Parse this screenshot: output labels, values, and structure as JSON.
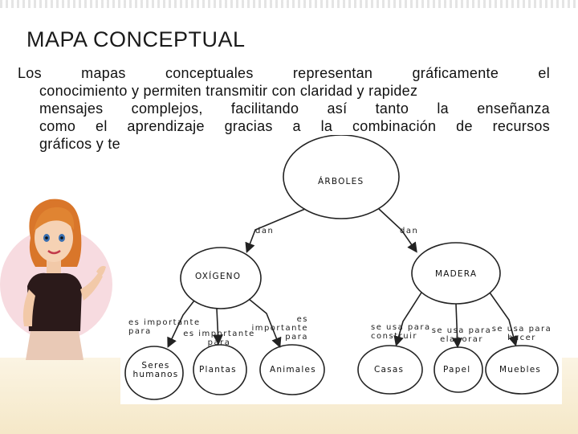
{
  "slide": {
    "title": "MAPA CONCEPTUAL",
    "body_line1": "Los mapas conceptuales representan gráficamente el",
    "body_line2": "conocimiento y permiten transmitir con claridad y rapidez",
    "body_line3": "mensajes complejos, facilitando así tanto la enseñanza",
    "body_line4": "como el aprendizaje gracias a la combinación de recursos",
    "body_line5": "gráficos y textuales."
  },
  "concept_map": {
    "root": "ÁRBOLES",
    "link_left": "dan",
    "link_right": "dan",
    "node_left": "OXÍGENO",
    "node_right": "MADERA",
    "oxigeno_links": [
      "es importante para",
      "es importante para",
      "es importante para"
    ],
    "madera_links": [
      "se usa para construir",
      "se usa para elaborar",
      "se usa para hacer"
    ],
    "leaves_left": [
      "Seres humanos",
      "Plantas",
      "Animales"
    ],
    "leaves_right": [
      "Casas",
      "Papel",
      "Muebles"
    ]
  },
  "colors": {
    "band": "#f5e8c8",
    "diagram_stroke": "#222222",
    "hair": "#d9762a",
    "shirt": "#2b1a1a",
    "circle_bg": "#f7dbe0"
  }
}
